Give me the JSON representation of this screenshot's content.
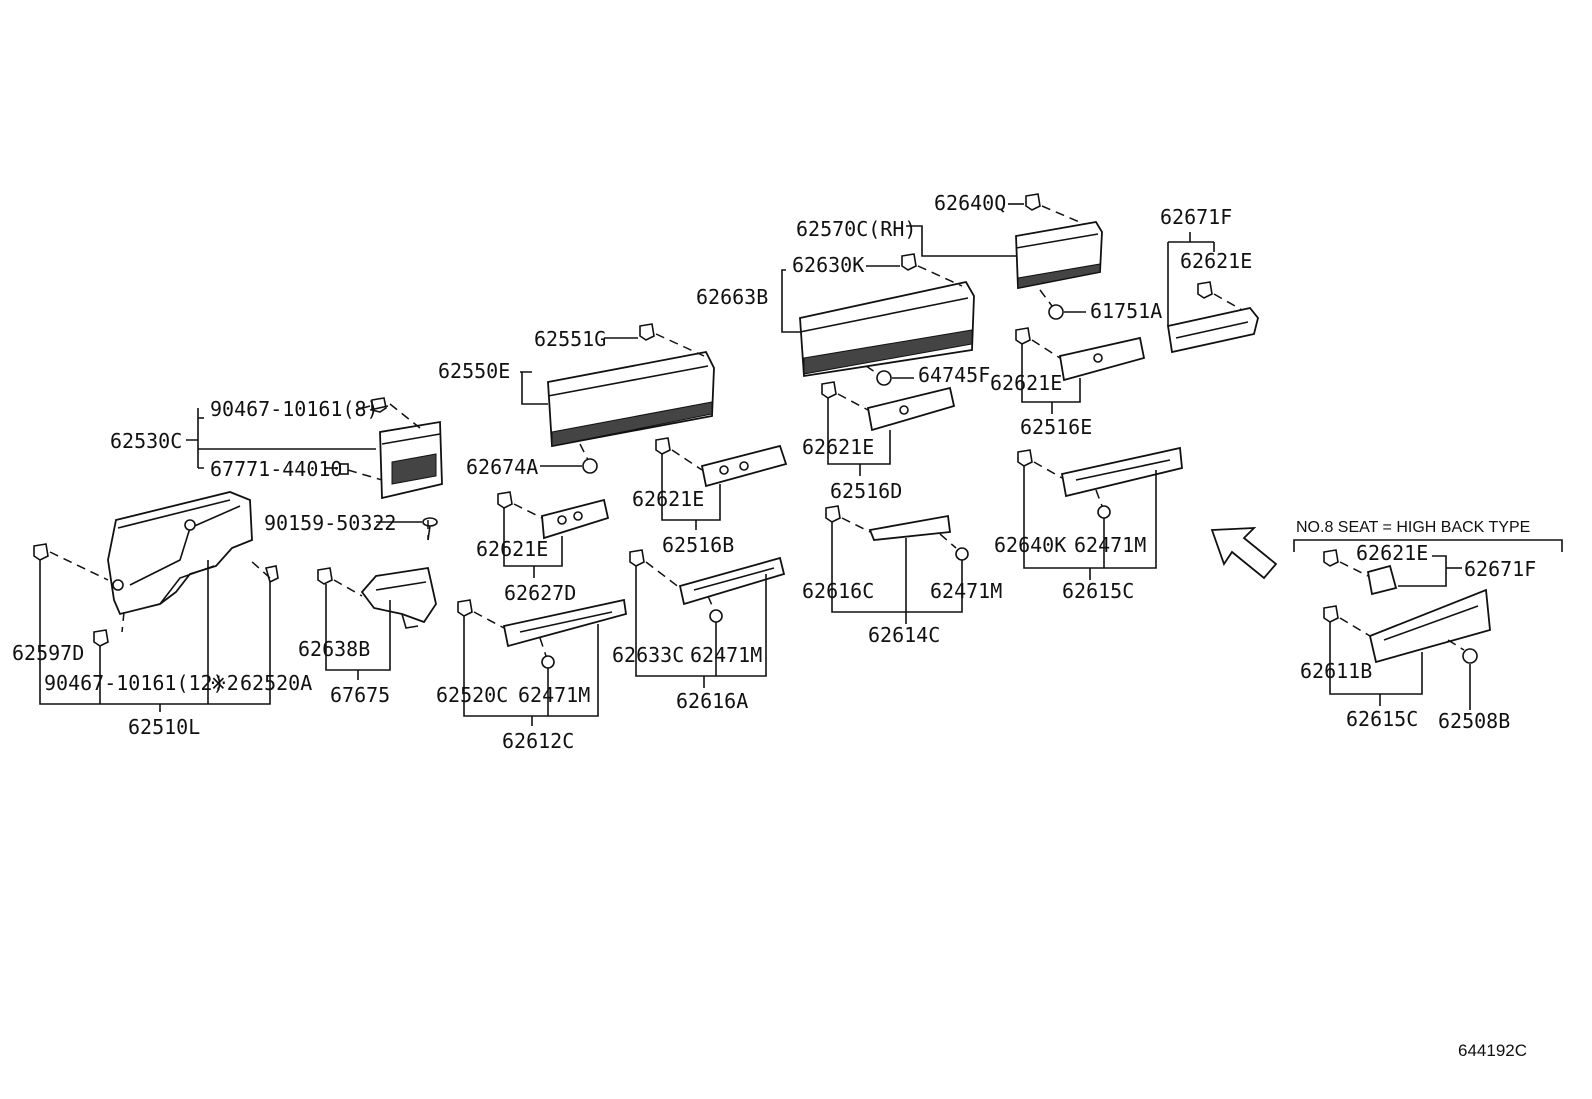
{
  "labels": {
    "l62530C": "62530C",
    "l90467_8": "90467-10161(8)",
    "l67771": "67771-44010",
    "l90159": "90159-50322",
    "l62597D": "62597D",
    "l90467_12": "90467-10161(12)",
    "l62520A": "62520A",
    "mark2": "※2",
    "l62510L": "62510L",
    "l62638B": "62638B",
    "l67675": "67675",
    "l62550E": "62550E",
    "l62551G": "62551G",
    "l62674A": "62674A",
    "l62621E_a": "62621E",
    "l62627D": "62627D",
    "l62520C": "62520C",
    "l62471M_a": "62471M",
    "l62612C": "62612C",
    "l62621E_b": "62621E",
    "l62516B": "62516B",
    "l62633C": "62633C",
    "l62471M_b": "62471M",
    "l62616A": "62616A",
    "l62663B": "62663B",
    "l62630K": "62630K",
    "l64745F": "64745F",
    "l62621E_c": "62621E",
    "l62516D": "62516D",
    "l62616C": "62616C",
    "l62471M_c": "62471M",
    "l62614C": "62614C",
    "l62570C": "62570C(RH)",
    "l62640Q": "62640Q",
    "l61751A": "61751A",
    "l62621E_d": "62621E",
    "l62516E": "62516E",
    "l62640K": "62640K",
    "l62471M_d": "62471M",
    "l62615C_a": "62615C",
    "l62671F_a": "62671F",
    "l62621E_e": "62621E",
    "note_seat": "NO.8 SEAT = HIGH BACK TYPE",
    "l62621E_f": "62621E",
    "l62671F_b": "62671F",
    "l62611B": "62611B",
    "l62615C_b": "62615C",
    "l62508B": "62508B"
  },
  "diagram_code": "644192C"
}
